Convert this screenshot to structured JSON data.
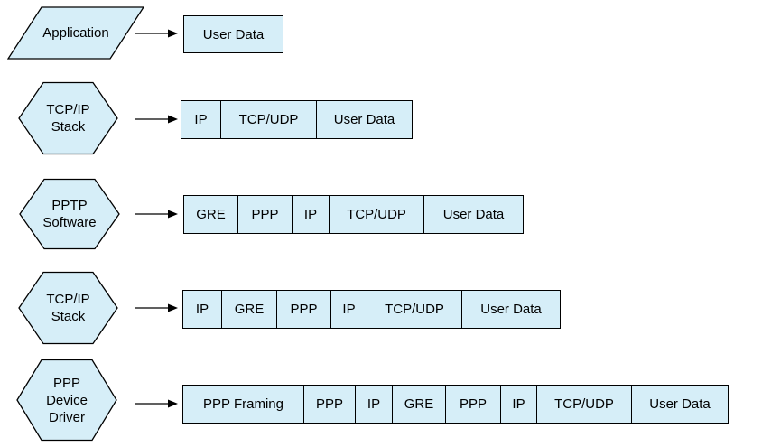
{
  "colors": {
    "shape_fill": "#D6EEF8",
    "border": "#000000",
    "background": "#FFFFFF",
    "text": "#000000"
  },
  "rows": [
    {
      "stage": "Application",
      "shape": "parallelogram",
      "segments": [
        "User Data"
      ]
    },
    {
      "stage": "TCP/IP\nStack",
      "shape": "hexagon",
      "segments": [
        "IP",
        "TCP/UDP",
        "User Data"
      ]
    },
    {
      "stage": "PPTP\nSoftware",
      "shape": "hexagon",
      "segments": [
        "GRE",
        "PPP",
        "IP",
        "TCP/UDP",
        "User Data"
      ]
    },
    {
      "stage": "TCP/IP\nStack",
      "shape": "hexagon",
      "segments": [
        "IP",
        "GRE",
        "PPP",
        "IP",
        "TCP/UDP",
        "User Data"
      ]
    },
    {
      "stage": "PPP\nDevice\nDriver",
      "shape": "hexagon",
      "segments": [
        "PPP Framing",
        "PPP",
        "IP",
        "GRE",
        "PPP",
        "IP",
        "TCP/UDP",
        "User Data"
      ]
    }
  ]
}
